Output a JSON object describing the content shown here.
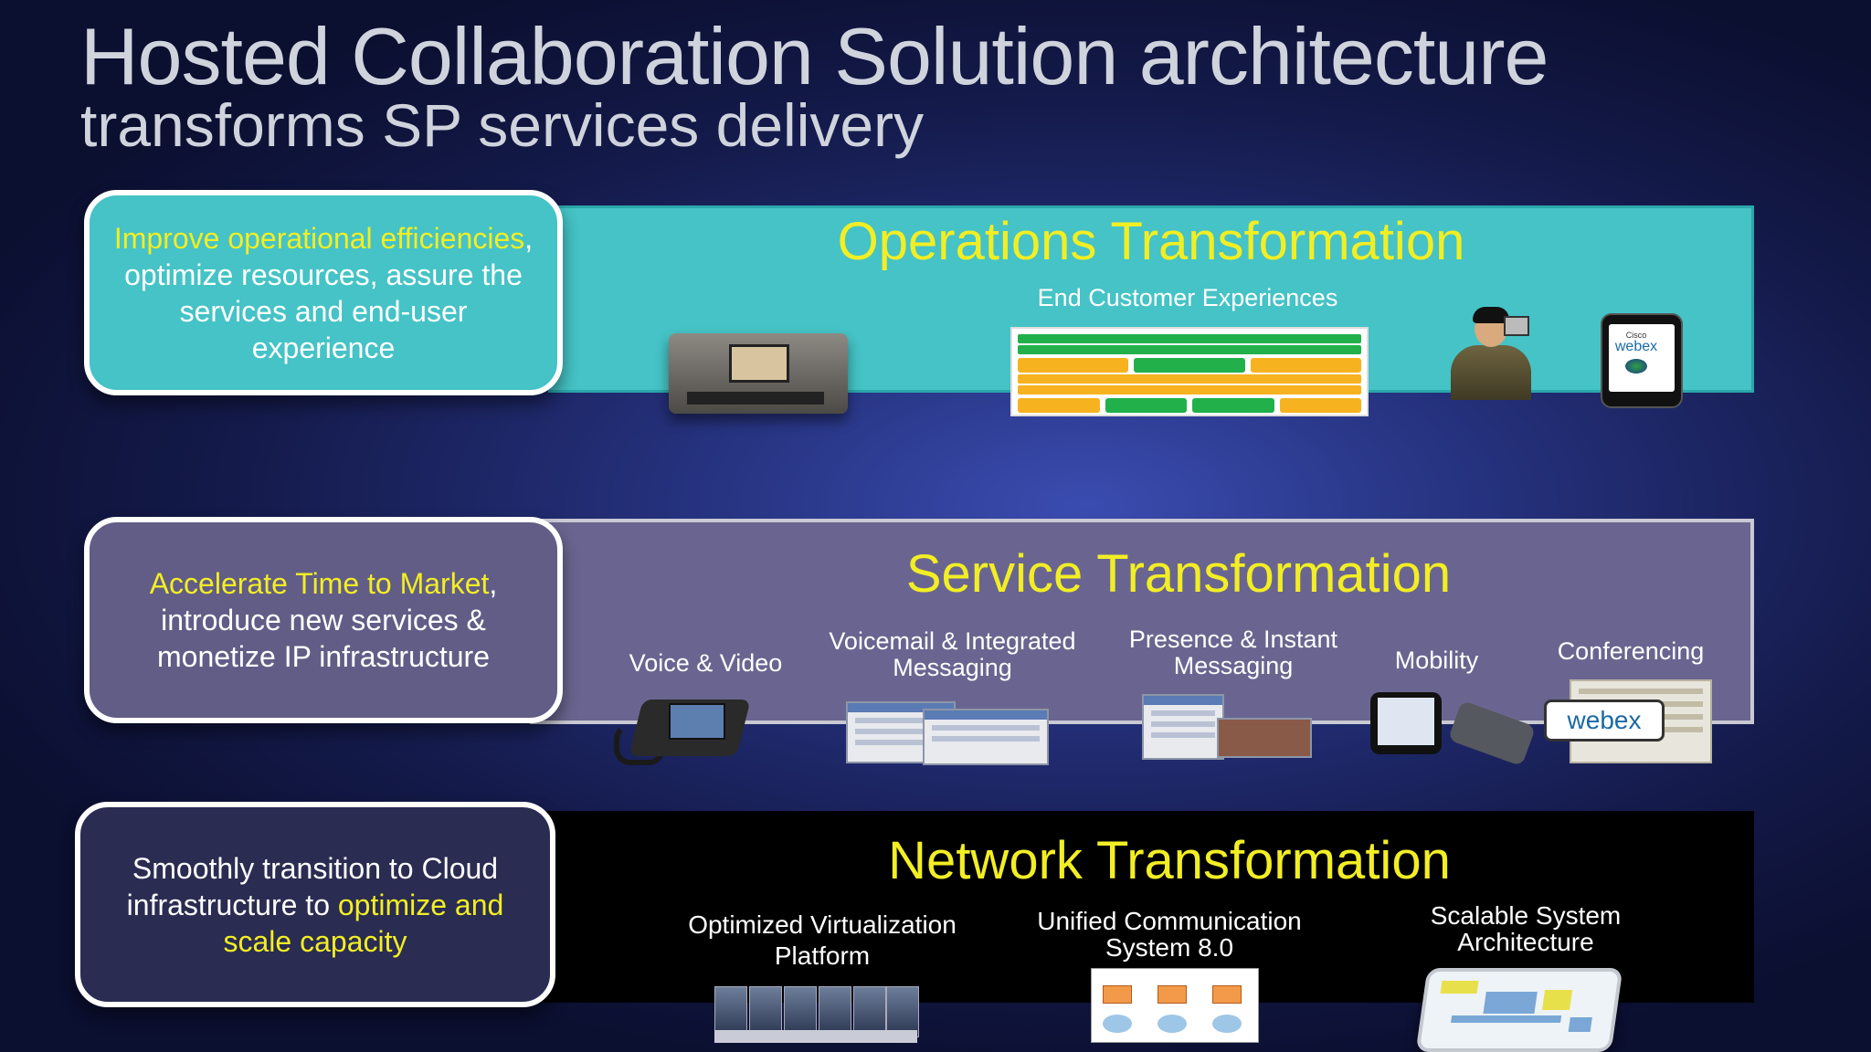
{
  "header": {
    "title": "Hosted Collaboration Solution architecture",
    "subtitle": "transforms SP services delivery"
  },
  "operations": {
    "callout_highlight": "Improve operational efficiencies",
    "callout_rest": ", optimize resources, assure the services and end-user experience",
    "title": "Operations Transformation",
    "subtitle": "End Customer Experiences",
    "webex_prefix": "Cisco",
    "webex_label": "webex"
  },
  "service": {
    "callout_highlight": "Accelerate Time to Market",
    "callout_rest": ", introduce new services & monetize IP infrastructure",
    "title": "Service Transformation",
    "items": [
      {
        "label": "Voice & Video"
      },
      {
        "label": "Voicemail & Integrated Messaging"
      },
      {
        "label": "Presence & Instant Messaging"
      },
      {
        "label": "Mobility"
      },
      {
        "label": "Conferencing"
      }
    ],
    "webex_badge": "webex"
  },
  "network": {
    "callout_start": "Smoothly transition to Cloud infrastructure to ",
    "callout_highlight": "optimize and scale capacity",
    "title": "Network Transformation",
    "items": [
      {
        "label": "Optimized Virtualization Platform"
      },
      {
        "label": "Unified Communication System 8.0"
      },
      {
        "label": "Scalable System Architecture"
      }
    ]
  },
  "colors": {
    "accent_yellow": "#f2ee24",
    "ops_teal": "#45c3c6",
    "service_purple": "#6a6590",
    "network_black": "#000000"
  }
}
